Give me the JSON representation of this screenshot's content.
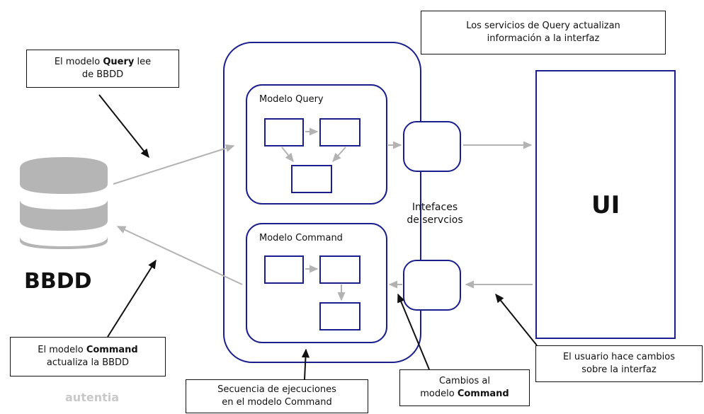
{
  "notes": {
    "query_reads": {
      "pre": "El modelo ",
      "bold": "Query",
      "post": " lee",
      "line2": "de BBDD"
    },
    "query_services": {
      "line1": "Los servicios de Query actualizan",
      "line2": "información a la interfaz"
    },
    "command_updates": {
      "pre": "El modelo ",
      "bold": "Command",
      "line2": "actualiza la BBDD"
    },
    "sequence": {
      "line1": "Secuencia de ejecuciones",
      "line2": "en el modelo Command"
    },
    "changes": {
      "line1": "Cambios al",
      "pre2": "modelo ",
      "bold2": "Command"
    },
    "user_changes": {
      "line1": "El usuario hace cambios",
      "line2": "sobre la interfaz"
    }
  },
  "labels": {
    "modelo_query": "Modelo Query",
    "modelo_command": "Modelo Command",
    "interfaces_line1": "Intefaces",
    "interfaces_line2": "de servcios",
    "ui": "UI",
    "bbdd": "BBDD",
    "logo": "autentia"
  },
  "colors": {
    "navy": "#1a1f8c",
    "arrow_gray": "#b3b3b3",
    "db_gray": "#b5b5b5",
    "black": "#111111"
  }
}
